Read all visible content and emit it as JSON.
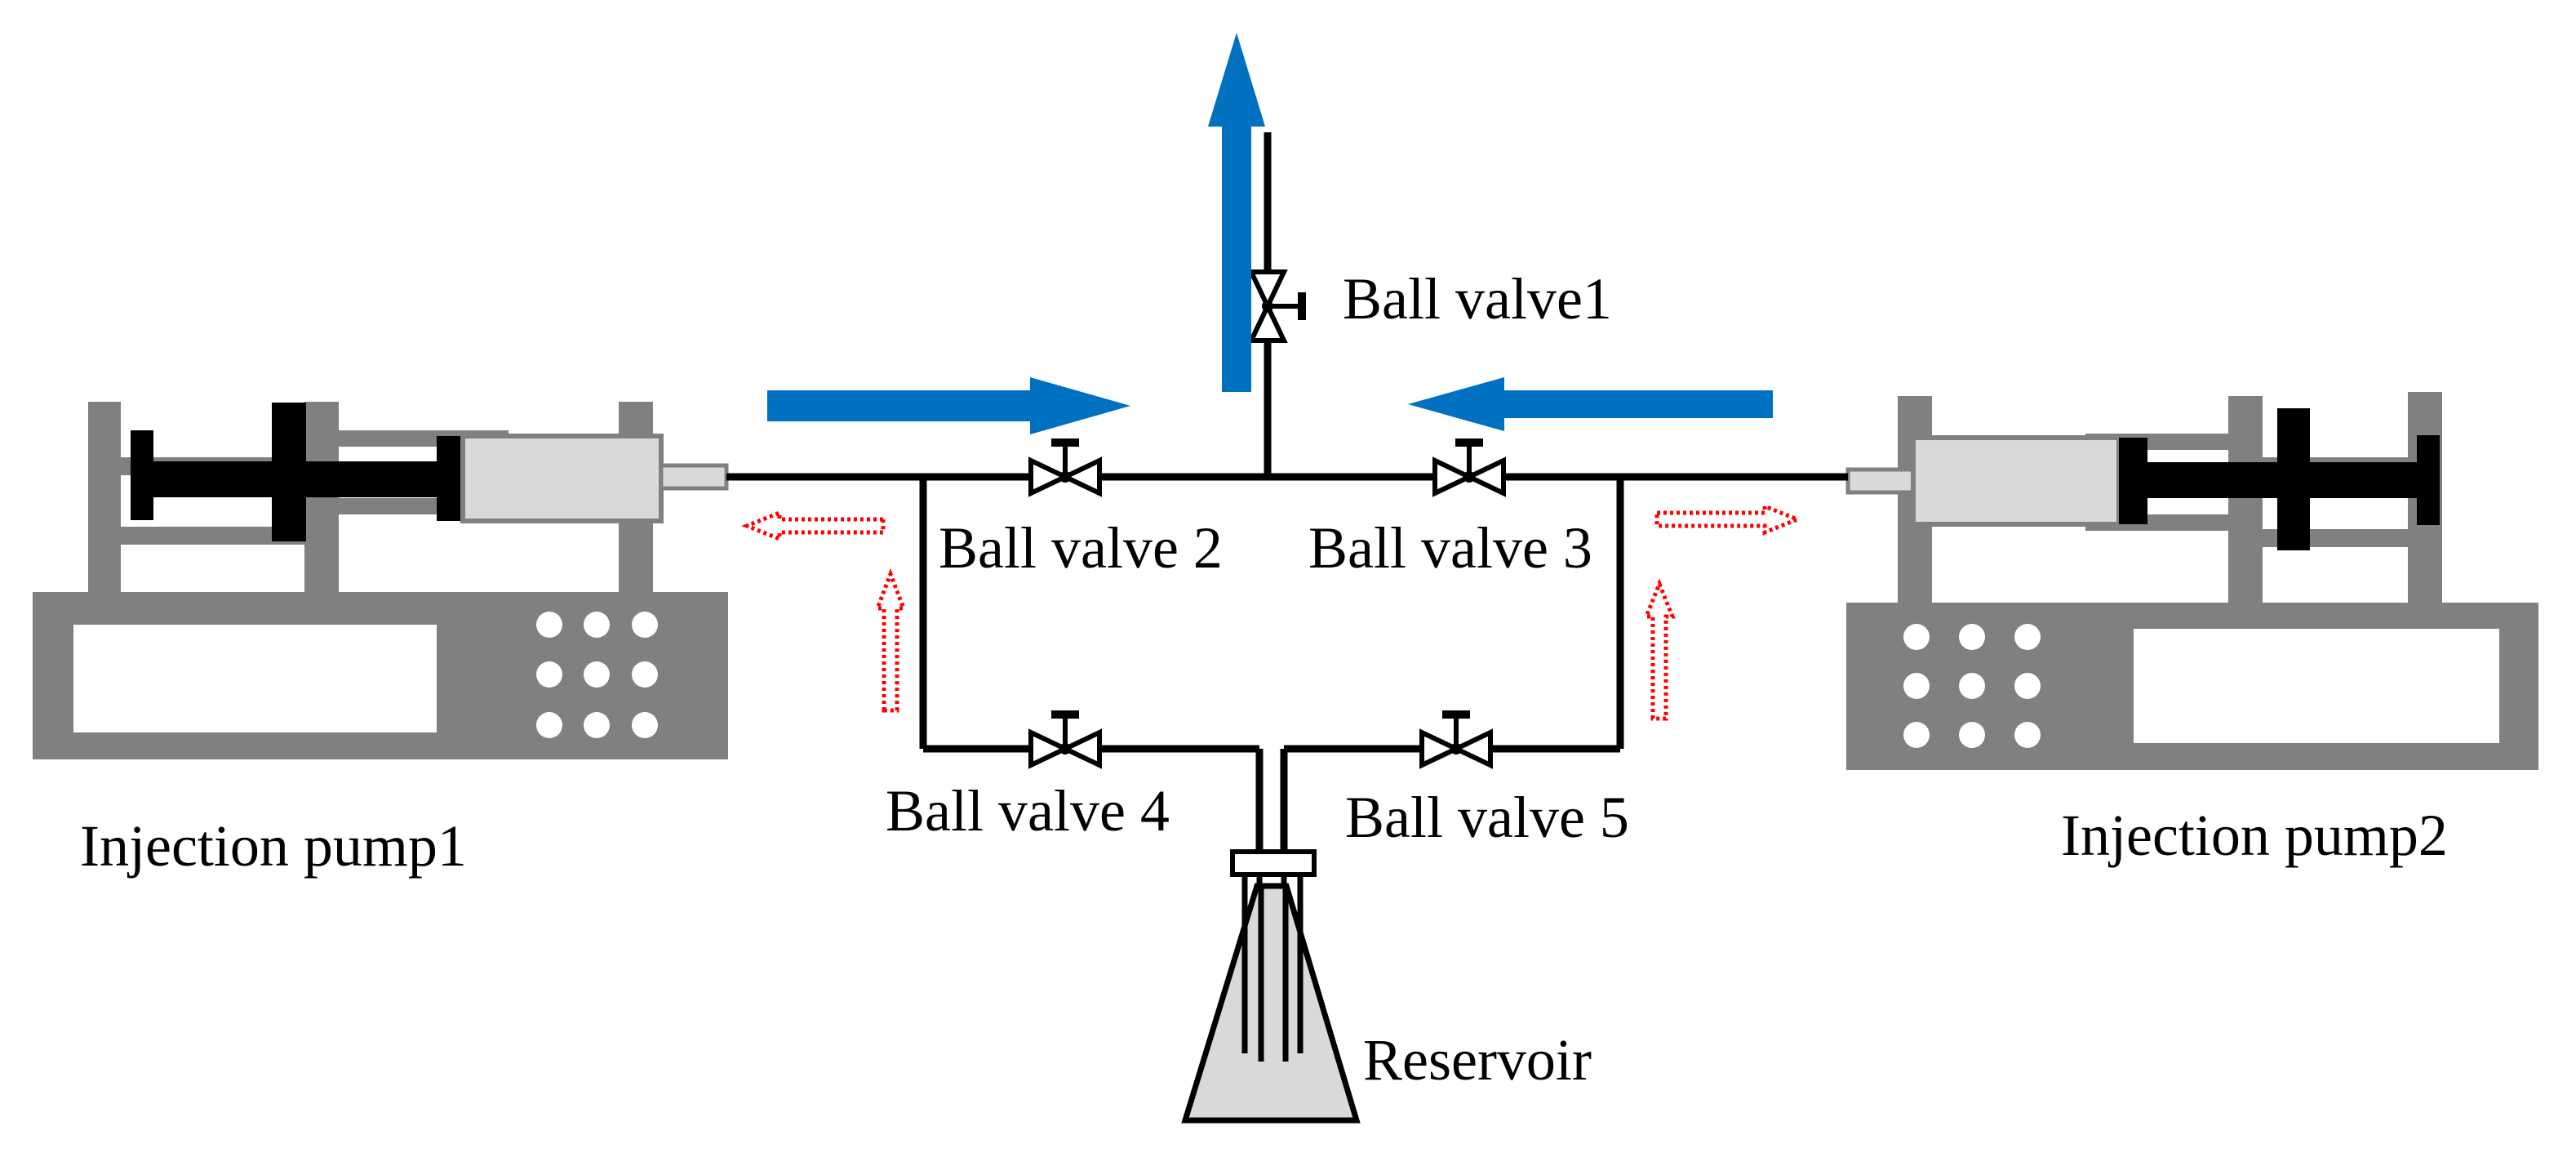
{
  "labels": {
    "ball_valve_1": "Ball valve1",
    "ball_valve_2": "Ball valve 2",
    "ball_valve_3": "Ball valve 3",
    "ball_valve_4": "Ball valve 4",
    "ball_valve_5": "Ball valve 5",
    "injection_pump_1": "Injection pump1",
    "injection_pump_2": "Injection pump2",
    "reservoir": "Reservoir"
  },
  "colors": {
    "pump_body": "#808080",
    "plunger": "#000000",
    "syringe_fill": "#d9d9d9",
    "reservoir_fill": "#d9d9d9",
    "pipe": "#000000",
    "main_flow_arrow": "#0070c0",
    "back_flow_arrow": "#ff0000"
  },
  "icons": {
    "valve": "ball-valve-icon",
    "main_flow": "blue-arrow-icon",
    "back_flow": "dotted-red-arrow-icon"
  }
}
